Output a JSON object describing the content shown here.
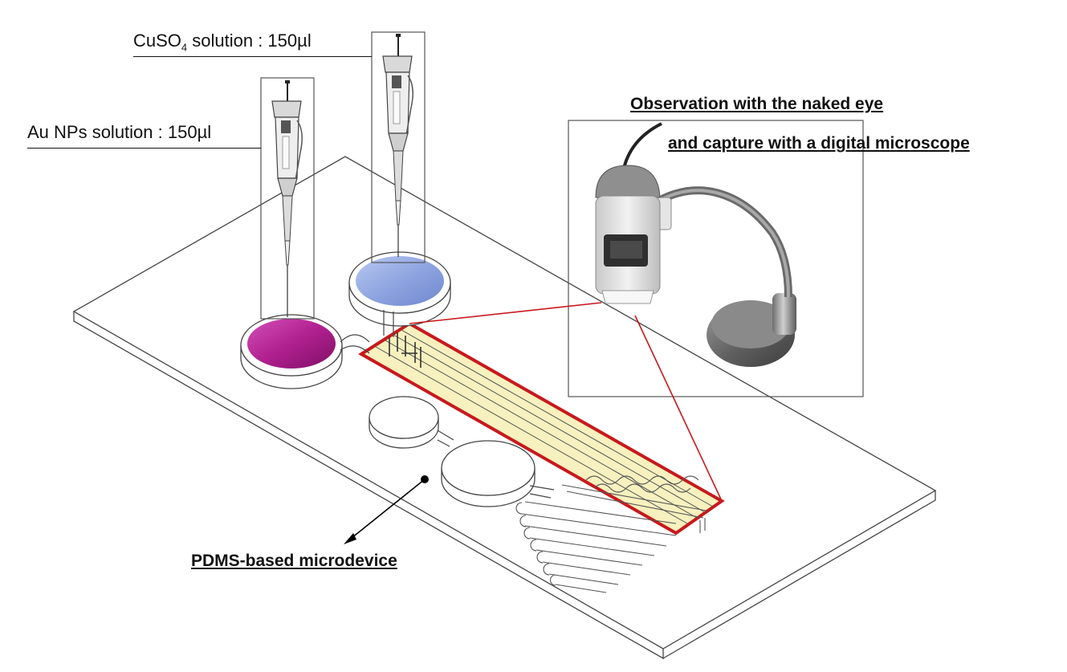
{
  "labels": {
    "cuso4_prefix": "CuSO",
    "cuso4_sub": "4",
    "cuso4_suffix": " solution  : 150µl",
    "au_nps": "Au NPs solution : 150µl",
    "observation_line1": "Observation with the naked eye",
    "observation_line2": "and capture with a digital microscope",
    "pdms": "PDMS-based microdevice"
  },
  "colors": {
    "au_nps_reservoir": "#b0208f",
    "cuso4_reservoir": "#8fa5e0",
    "highlight_fill": "#f6f1be",
    "highlight_border": "#c8191c",
    "zoom_lines": "#c8191c",
    "outline": "#3a3a3a"
  },
  "icons": {
    "pipette": "pipette-icon",
    "microscope": "digital-microscope-icon"
  }
}
